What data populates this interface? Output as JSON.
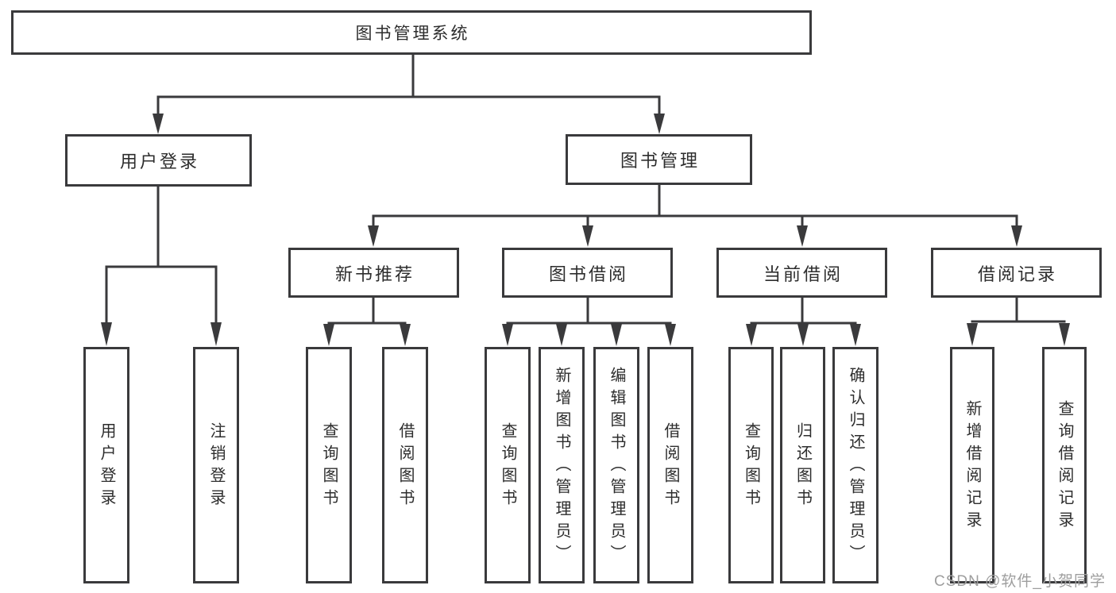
{
  "watermark": "CSDN @软件_小贺同学",
  "colors": {
    "line": "#3a3a3c",
    "text": "#2d2d2d",
    "box_background": "#ffffff",
    "watermark": "#9e9e9e"
  },
  "tree": {
    "label": "图书管理系统",
    "children": [
      {
        "label": "用户登录",
        "children": [
          {
            "label": "用户登录"
          },
          {
            "label": "注销登录"
          }
        ]
      },
      {
        "label": "图书管理",
        "children": [
          {
            "label": "新书推荐",
            "children": [
              {
                "label": "查询图书"
              },
              {
                "label": "借阅图书"
              }
            ]
          },
          {
            "label": "图书借阅",
            "children": [
              {
                "label": "查询图书"
              },
              {
                "label": "新增图书（管理员）"
              },
              {
                "label": "编辑图书（管理员）"
              },
              {
                "label": "借阅图书"
              }
            ]
          },
          {
            "label": "当前借阅",
            "children": [
              {
                "label": "查询图书"
              },
              {
                "label": "归还图书"
              },
              {
                "label": "确认归还（管理员）"
              }
            ]
          },
          {
            "label": "借阅记录",
            "children": [
              {
                "label": "新增借阅记录"
              },
              {
                "label": "查询借阅记录"
              }
            ]
          }
        ]
      }
    ]
  }
}
